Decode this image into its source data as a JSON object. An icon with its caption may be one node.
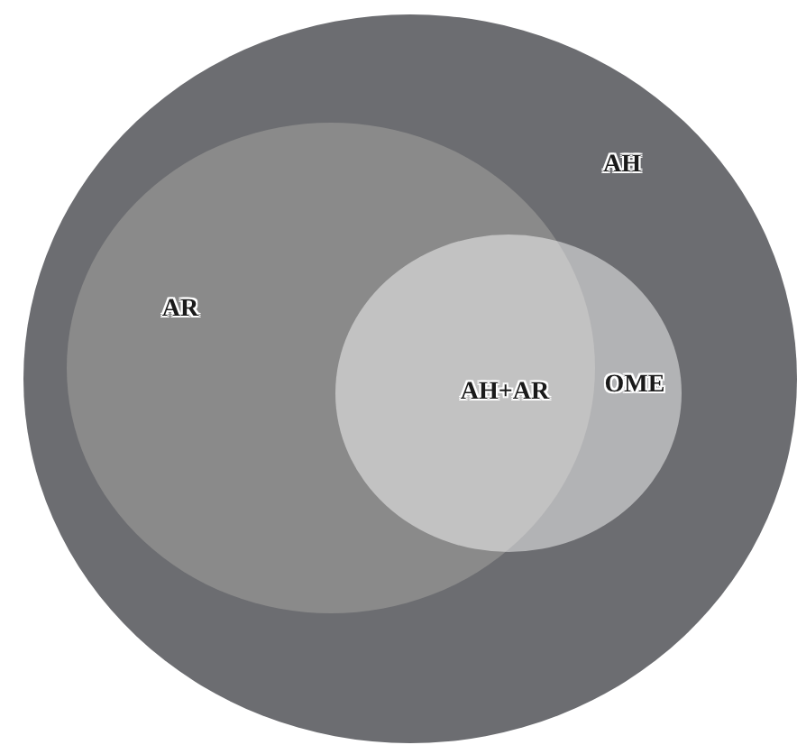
{
  "diagram": {
    "nodes": [
      {
        "text": [
          "AH"
        ]
      },
      {
        "text": [
          "AR"
        ],
        "in": 0
      },
      {
        "text": [
          "OME"
        ],
        "in": 0
      }
    ],
    "labels": [
      "AH+AR"
    ]
  }
}
